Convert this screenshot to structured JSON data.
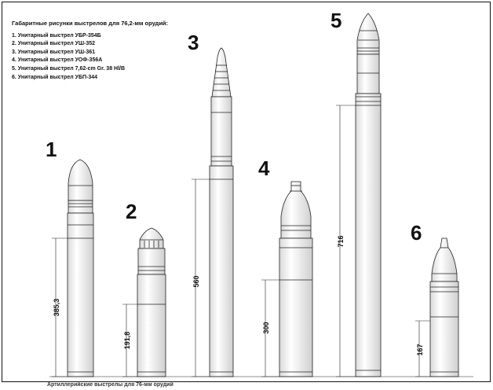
{
  "legend": {
    "title": "Габаритные рисунки выстрелов для 76,2-мм орудий:",
    "items": [
      "1.  Унитарный выстрел УБР-354Б",
      "2.  Унитарный выстрел УШ-352",
      "3.  Унитарный выстрел УШ-361",
      "4.  Унитарный выстрел УОФ-356А",
      "5.  Унитарный выстрел 7,62-cm Gr. 38 Hl/B",
      "6.  Унитарный выстрел УБП-344"
    ]
  },
  "rounds": [
    {
      "number": "1",
      "dimension": "385,3"
    },
    {
      "number": "2",
      "dimension": "191,8"
    },
    {
      "number": "3",
      "dimension": "560"
    },
    {
      "number": "4",
      "dimension": "300"
    },
    {
      "number": "5",
      "dimension": "716"
    },
    {
      "number": "6",
      "dimension": "167"
    }
  ],
  "caption": "Артиллерийские выстрелы для 76-мм орудий"
}
